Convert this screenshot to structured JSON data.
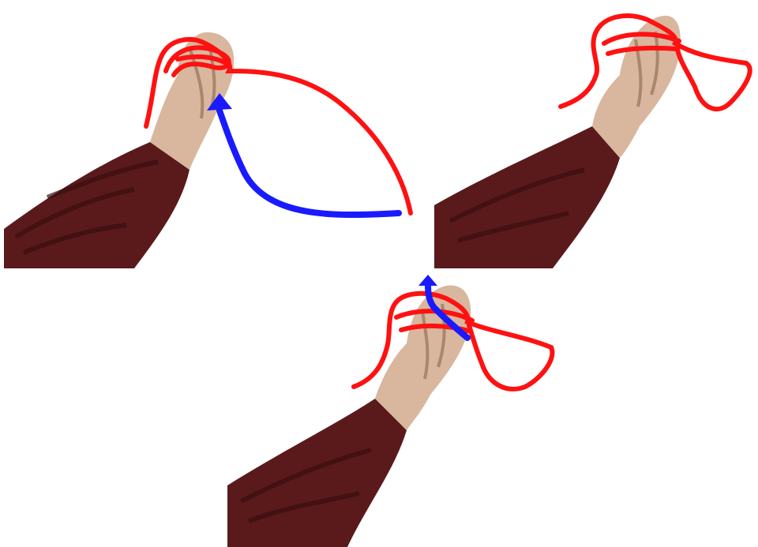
{
  "figure": {
    "panels": [
      {
        "id": "step-1",
        "arrow": "blue",
        "rope": "red"
      },
      {
        "id": "step-2",
        "rope": "red"
      },
      {
        "id": "step-3",
        "arrow": "blue",
        "rope": "red"
      }
    ],
    "colors": {
      "rope": "#ff1111",
      "arrow": "#1a1aff",
      "sleeve": "#5a1a1c",
      "sleeve_dark": "#3a0e10",
      "skin": "#d8b79e",
      "skin_shadow": "#a9866c",
      "background": "#ffffff"
    }
  }
}
